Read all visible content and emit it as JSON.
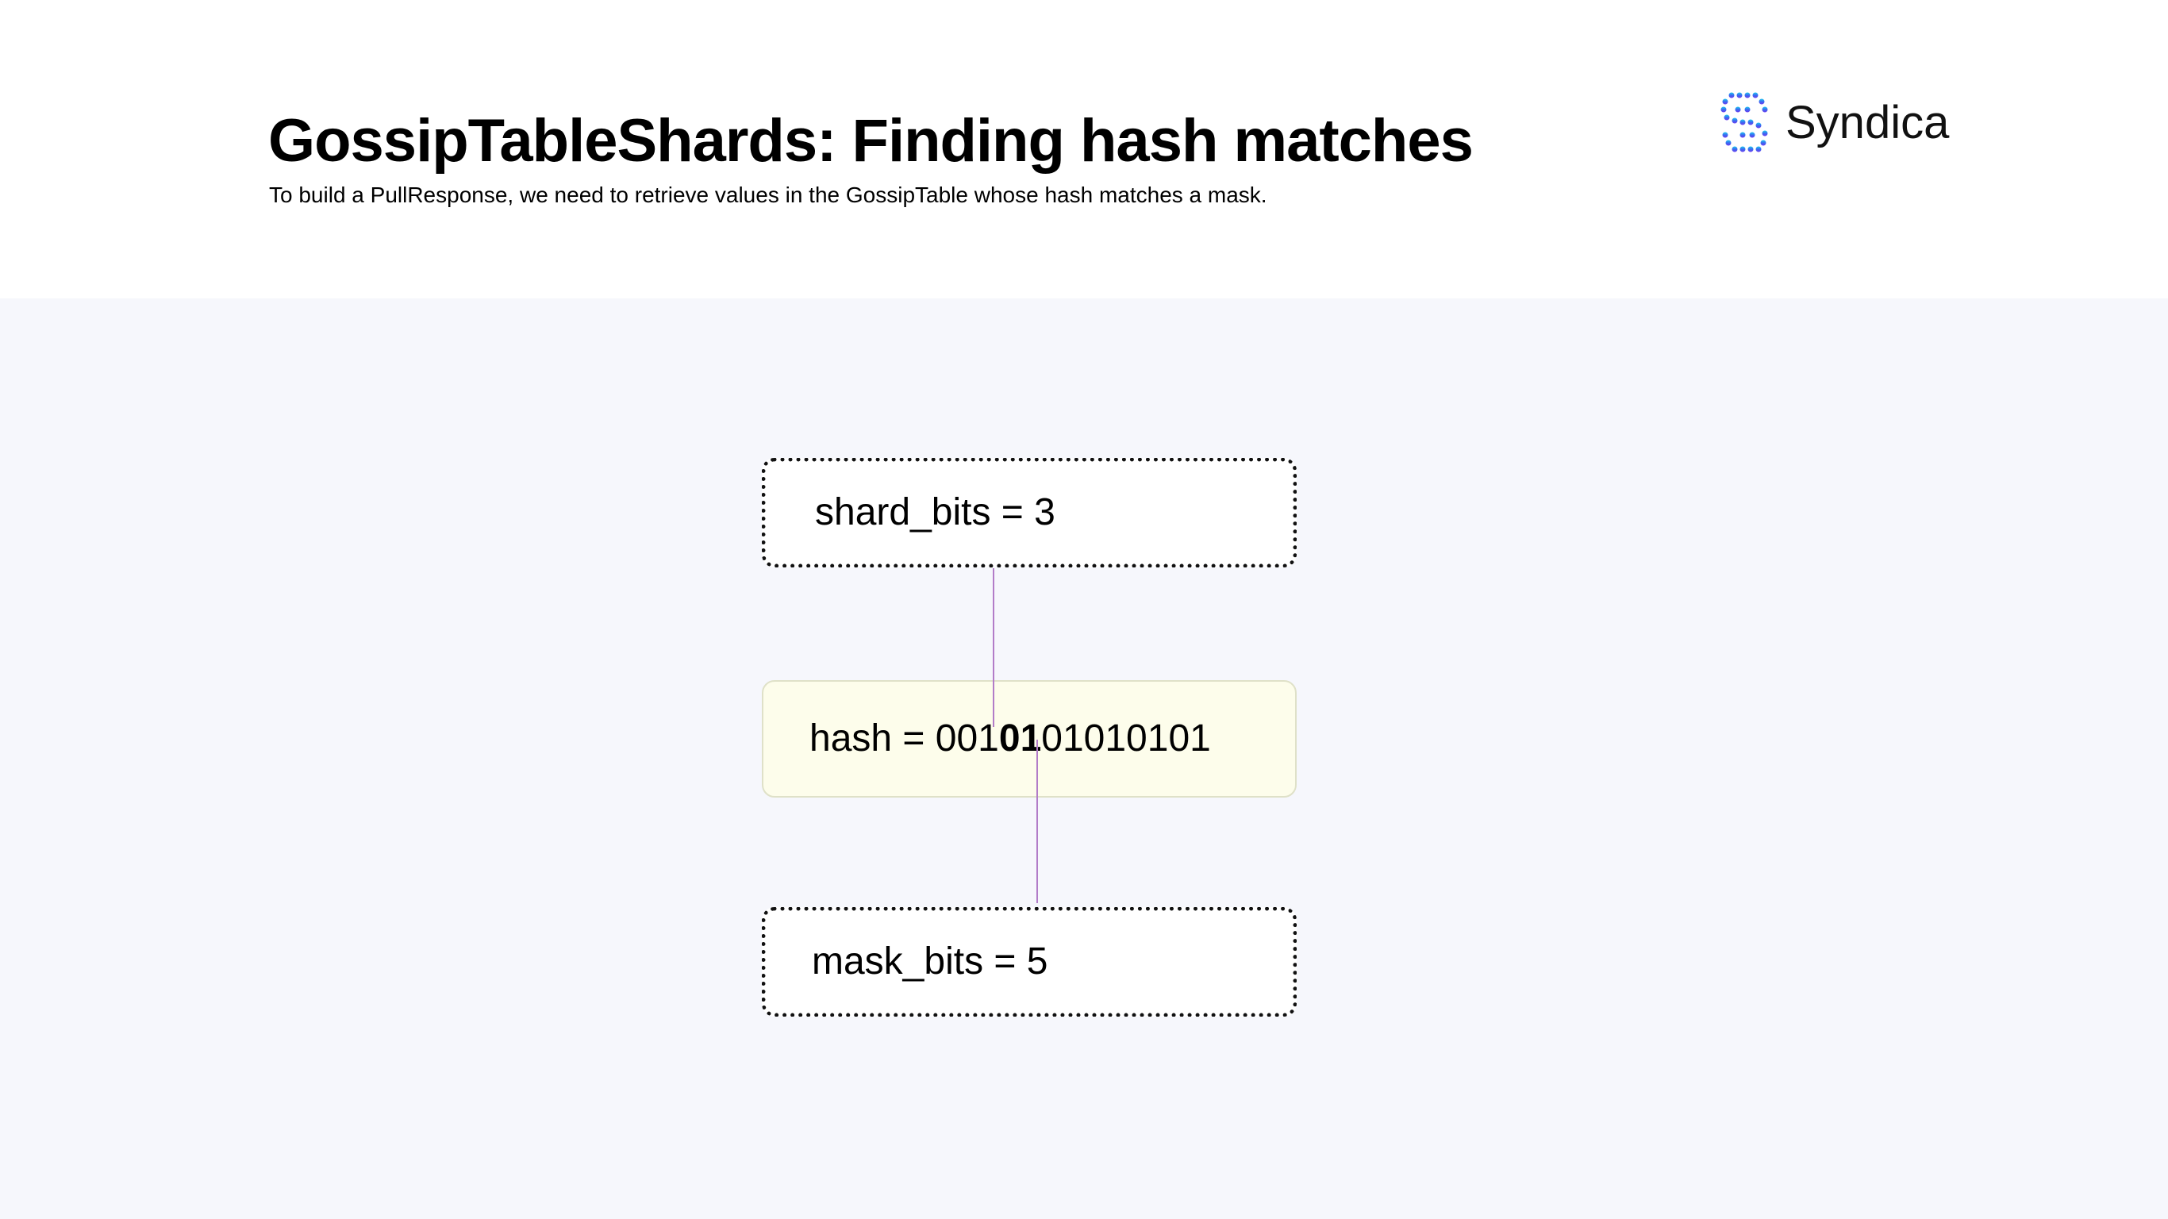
{
  "header": {
    "title": "GossipTableShards: Finding hash matches",
    "subtitle": "To build a PullResponse, we need to retrieve values in the GossipTable whose hash matches a mask."
  },
  "logo": {
    "text": "Syndica",
    "icon": "syndica-logo-icon",
    "colors": [
      "#1fc8f0",
      "#3a6bf0",
      "#6b3cf0"
    ]
  },
  "diagram": {
    "shard_box": {
      "label": "shard_bits = 3"
    },
    "hash_box": {
      "prefix": "hash = 001",
      "highlight": "01",
      "suffix": "01010101"
    },
    "mask_box": {
      "label": "mask_bits = 5"
    }
  },
  "colors": {
    "canvas_bg": "#f6f7fc",
    "hash_box_bg": "#fdfdeb",
    "connector": "#b27cc8"
  }
}
